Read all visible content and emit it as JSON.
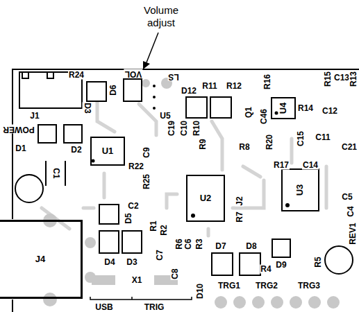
{
  "diagram": {
    "nodes": [
      {
        "text": [
          "U4"
        ]
      },
      {
        "text": [
          "U1"
        ]
      },
      {
        "text": [
          "U2"
        ]
      },
      {
        "text": [
          "U3"
        ]
      },
      {
        "text": [
          "J4"
        ]
      }
    ],
    "labels": [
      "Volume adjust",
      "R24",
      "VOL",
      "LS",
      "R11",
      "R12",
      "R16",
      "R15",
      "C13",
      "R13",
      "J1",
      "D6",
      "D12",
      "R14",
      "C12",
      "D3",
      "U5",
      "Q1",
      "C46",
      "POWER",
      "C19",
      "C10",
      "R10",
      "C11",
      "C21",
      "R20",
      "C15",
      "D1",
      "D2",
      "R22",
      "C9",
      "R9",
      "R8",
      "R17",
      "C14",
      "C1",
      "R25",
      "J2",
      "R7",
      "C5",
      "C2",
      "REV1",
      "C4",
      "D5",
      "R1",
      "R2",
      "C7",
      "R6",
      "C6",
      "R3",
      "D7",
      "D8",
      "C8",
      "D4",
      "D3",
      "R4",
      "D9",
      "R5",
      "X1",
      "D10",
      "TRG1",
      "TRG2",
      "TRG3",
      "USB",
      "TRIG"
    ]
  }
}
